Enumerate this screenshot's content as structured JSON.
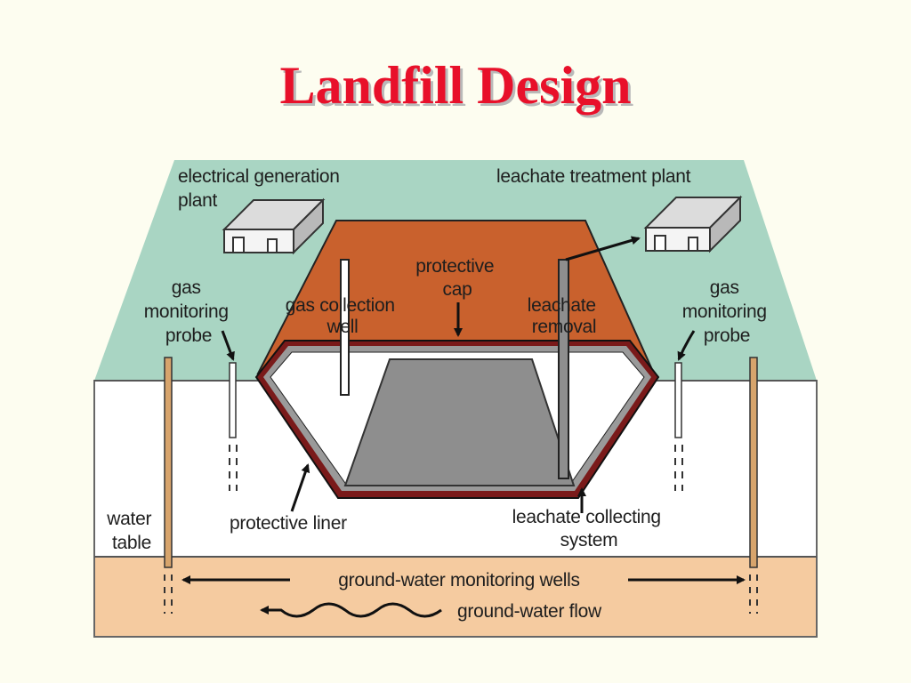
{
  "title": "Landfill Design",
  "colors": {
    "title": "#e8102a",
    "surface": "#a9d5c3",
    "cap": "#c9612d",
    "waste": "#8e8e8e",
    "groundwater_zone": "#f5cba0",
    "liner": "#7a1a1a"
  },
  "labels": {
    "electrical_plant": [
      "electrical generation",
      "plant"
    ],
    "leachate_plant": "leachate treatment plant",
    "gas_probe_left": [
      "gas",
      "monitoring",
      "probe"
    ],
    "gas_probe_right": [
      "gas",
      "monitoring",
      "probe"
    ],
    "gas_collection_well": [
      "gas collection",
      "well"
    ],
    "protective_cap": [
      "protective",
      "cap"
    ],
    "leachate_removal": [
      "leachate",
      "removal"
    ],
    "water_table": [
      "water",
      "table"
    ],
    "protective_liner": "protective liner",
    "leachate_collecting_system": [
      "leachate collecting",
      "system"
    ],
    "groundwater_monitoring_wells": "ground-water monitoring wells",
    "groundwater_flow": "ground-water flow"
  }
}
